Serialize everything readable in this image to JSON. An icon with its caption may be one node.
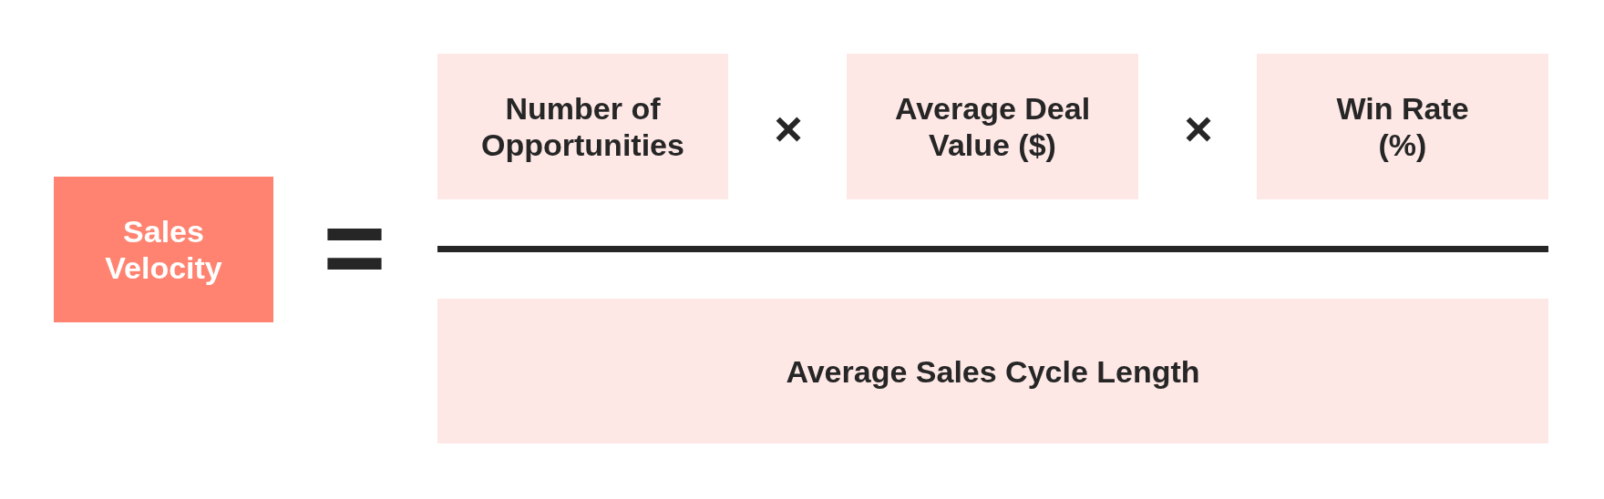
{
  "diagram": {
    "nodes": [
      {
        "text": [
          "Sales Velocity"
        ]
      },
      {
        "text": [
          "Number of Opportunities"
        ]
      },
      {
        "text": [
          "Average Deal Value ($)"
        ]
      },
      {
        "text": [
          "Win Rate (%)"
        ]
      },
      {
        "text": [
          "Average Sales Cycle Length"
        ]
      }
    ],
    "labels": [
      "=",
      "×",
      "×"
    ]
  }
}
